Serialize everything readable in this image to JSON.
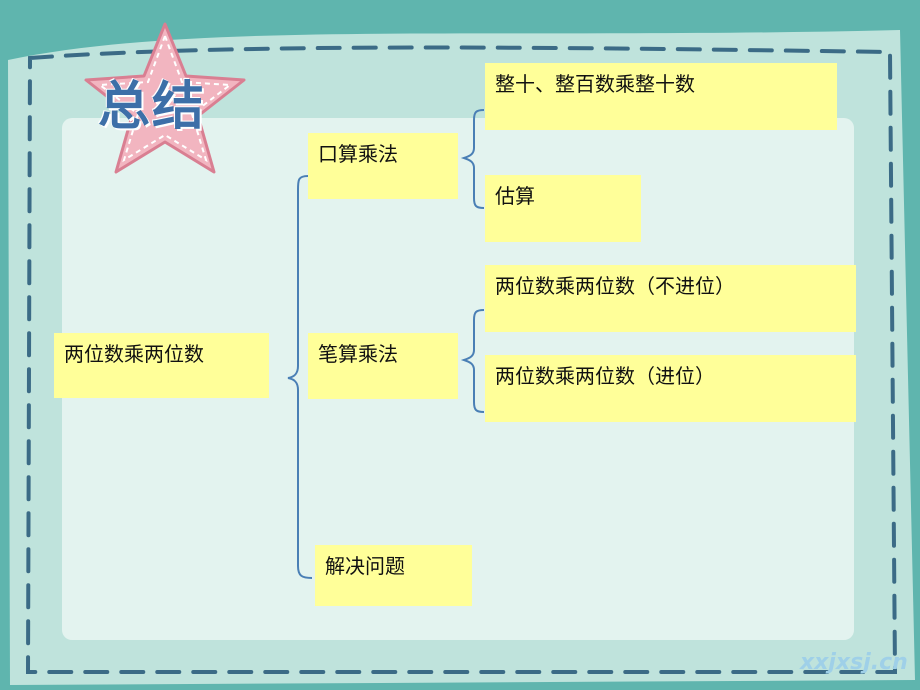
{
  "title": "总结",
  "root": "两位数乘两位数",
  "branches": {
    "oral": "口算乘法",
    "written": "笔算乘法",
    "problem": "解决问题"
  },
  "leaves": {
    "oral_1": "整十、整百数乘整十数",
    "oral_2": "估算",
    "written_1": "两位数乘两位数（不进位）",
    "written_2": "两位数乘两位数（进位）"
  },
  "watermark": "xxjxsj.cn",
  "colors": {
    "background": "#5fb5ae",
    "board": "#e3f3ef",
    "box": "#ffff99",
    "title": "#3d6fa8",
    "star": "#f2b5c0",
    "line": "#4a7fb5"
  }
}
